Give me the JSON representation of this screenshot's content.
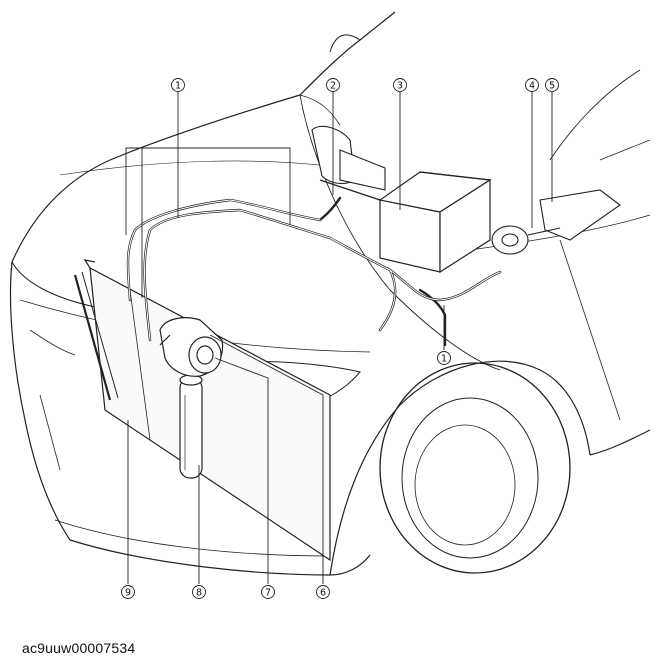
{
  "diagram": {
    "callouts": [
      {
        "id": "c1a",
        "label": "1"
      },
      {
        "id": "c2",
        "label": "2"
      },
      {
        "id": "c3",
        "label": "3"
      },
      {
        "id": "c4",
        "label": "4"
      },
      {
        "id": "c5",
        "label": "5"
      },
      {
        "id": "c1b",
        "label": "1"
      },
      {
        "id": "c6",
        "label": "6"
      },
      {
        "id": "c7",
        "label": "7"
      },
      {
        "id": "c8",
        "label": "8"
      },
      {
        "id": "c9",
        "label": "9"
      }
    ],
    "figure_code": "ac9uuw00007534"
  }
}
